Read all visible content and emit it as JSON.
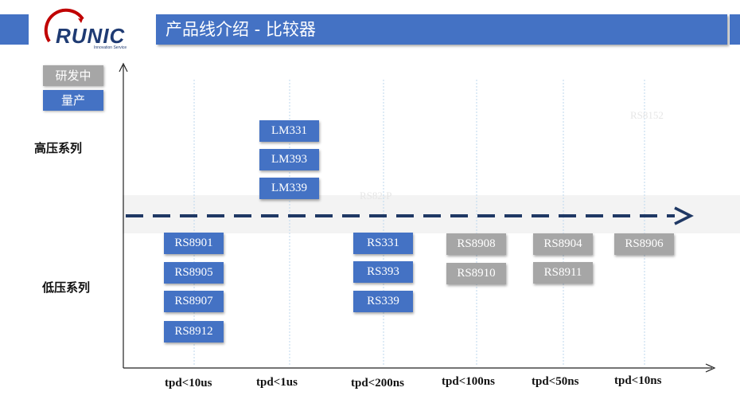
{
  "title": "产品线介绍 - 比较器",
  "logo": {
    "name": "RUNIC",
    "tagline": "Innovation Service"
  },
  "legend": [
    {
      "label": "研发中",
      "color": "#a6a6a6"
    },
    {
      "label": "量产",
      "color": "#4472c4"
    }
  ],
  "rows": {
    "high": "高压系列",
    "low": "低压系列"
  },
  "categories": [
    "tpd<10us",
    "tpd<1us",
    "tpd<200ns",
    "tpd<100ns",
    "tpd<50ns",
    "tpd<10ns"
  ],
  "products": {
    "high_voltage": [
      "LM331",
      "LM393",
      "LM339"
    ],
    "low_voltage": {
      "tpd10us": [
        "RS8901",
        "RS8905",
        "RS8907",
        "RS8912"
      ],
      "tpd200ns": [
        "RS331",
        "RS393",
        "RS339"
      ],
      "tpd100ns": [
        "RS8908",
        "RS8910"
      ],
      "tpd50ns": [
        "RS8904",
        "RS8911"
      ],
      "tpd10ns": [
        "RS8906"
      ]
    }
  },
  "ghost_labels": {
    "a": "RS8152",
    "b": "RS82-P"
  },
  "colors": {
    "primary": "#4472c4",
    "dev": "#a6a6a6",
    "arrow": "#1f3864"
  }
}
